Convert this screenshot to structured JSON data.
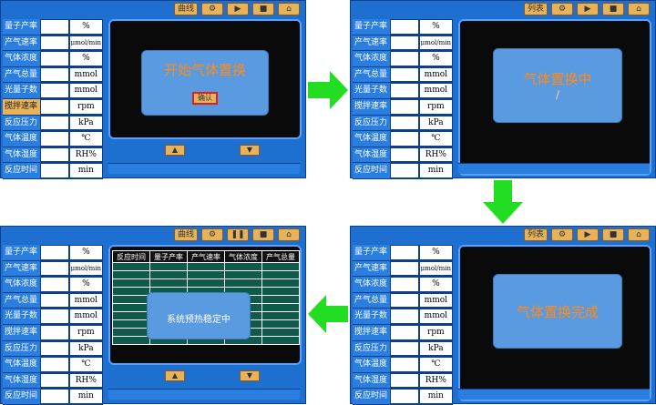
{
  "labels": [
    "量子产率",
    "产气速率",
    "气体浓度",
    "产气总量",
    "光量子数",
    "搅拌速率",
    "反应压力",
    "气体温度",
    "气体湿度",
    "反应时间"
  ],
  "units": [
    "%",
    "μmol/min",
    "%",
    "mmol",
    "mmol",
    "rpm",
    "kPa",
    "℃",
    "RH%",
    "min"
  ],
  "panel1": {
    "toolbar": "曲线",
    "dialog_title": "开始气体置换",
    "confirm": "确认"
  },
  "panel2": {
    "toolbar": "列表",
    "dialog_title": "气体置换中",
    "spinner": "/"
  },
  "panel3": {
    "toolbar": "列表",
    "dialog_title": "气体置换完成"
  },
  "panel4": {
    "toolbar": "曲线",
    "columns": [
      "反应时间",
      "量子产率",
      "产气速率",
      "气体浓度",
      "产气总量"
    ],
    "dialog_title": "系统预热稳定中"
  }
}
